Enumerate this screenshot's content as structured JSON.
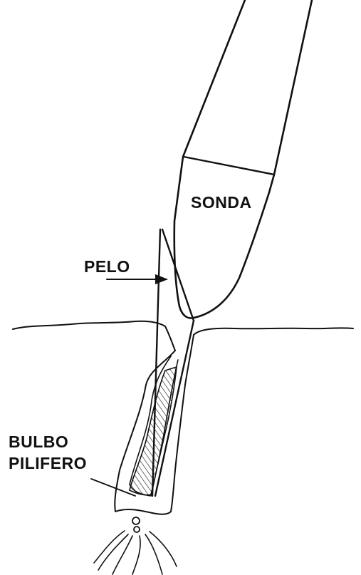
{
  "labels": {
    "probe": "SONDA",
    "hair": "PELO",
    "bulb_line1": "BULBO",
    "bulb_line2": "PILIFERO"
  },
  "colors": {
    "ink": "#111111",
    "background": "#ffffff"
  }
}
